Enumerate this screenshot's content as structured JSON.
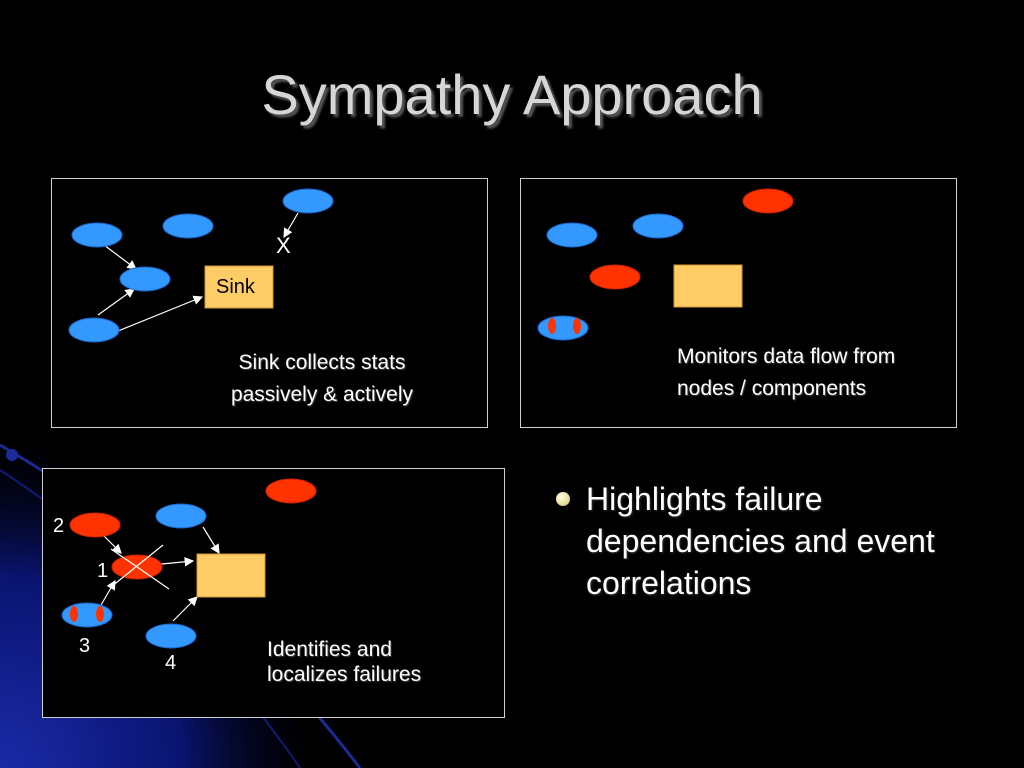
{
  "slide": {
    "title": "Sympathy Approach"
  },
  "panel_passive": {
    "sink_label": "Sink",
    "failed_link_mark": "X",
    "caption_line1": "Sink collects stats",
    "caption_line2": "passively & actively"
  },
  "panel_monitor": {
    "caption_line1": "Monitors data flow from",
    "caption_line2": "nodes / components"
  },
  "panel_localize": {
    "node_labels": [
      "2",
      "1",
      "3",
      "4"
    ],
    "caption_line1": "Identifies and",
    "caption_line2": "localizes failures"
  },
  "bullets": [
    "Highlights failure dependencies and event correlations"
  ],
  "colors": {
    "node_ok": "#3399ff",
    "node_failed": "#ff3300",
    "sink": "#ffcc66",
    "background": "#000000"
  }
}
